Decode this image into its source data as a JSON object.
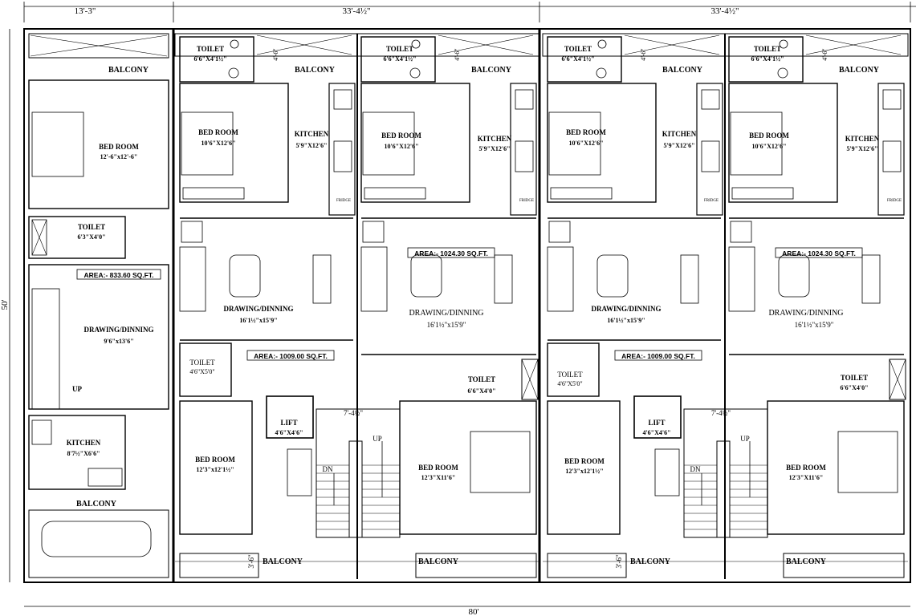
{
  "dimensions": {
    "left_width": "13'-3\"",
    "mid_width": "33'-4½\"",
    "right_width": "33'-4½\"",
    "depth": "50'",
    "total_width": "80'",
    "balcony_depth": "3'-6\"",
    "stair_width": "7'-4½\"",
    "small_gap_1": "4'-6\"",
    "small_gap_2": "2'"
  },
  "house1": {
    "balcony_top": "BALCONY",
    "bedroom": "BED ROOM",
    "bedroom_size": "12'-6\"x12'-6\"",
    "toilet": "TOILET",
    "toilet_size": "6'3\"X4'0\"",
    "area": "AREA:- 833.60 SQ.FT.",
    "drawing": "DRAWING/DINNING",
    "drawing_size": "9'6\"x13'6\"",
    "up": "UP",
    "kitchen": "KITCHEN",
    "kitchen_size": "8'7½\"X6'6\"",
    "balcony_bottom": "BALCONY"
  },
  "unit": {
    "toilet_top": "TOILET",
    "toilet_top_size": "6'6\"X4'1½\"",
    "balcony_top": "BALCONY",
    "bedroom_top": "BED ROOM",
    "bedroom_top_size": "10'6\"X12'6\"",
    "kitchen": "KITCHEN",
    "kitchen_size": "5'9\"X12'6\"",
    "fridge": "FRIDGE",
    "drawing": "DRAWING/DINNING",
    "drawing_size": "16'1½\"x15'9\"",
    "area_upper": "AREA:- 1024.30 SQ.FT.",
    "area_lower": "AREA:- 1009.00 SQ.FT.",
    "toilet_small": "TOILET",
    "toilet_small_size": "4'6\"X5'0\"",
    "toilet_right": "TOILET",
    "toilet_right_size": "6'6\"X4'0\"",
    "lift": "LIFT",
    "lift_size": "4'6\"X4'6\"",
    "bedroom_left": "BED ROOM",
    "bedroom_left_size": "12'3\"x12'1½\"",
    "bedroom_right": "BED ROOM",
    "bedroom_right_size": "12'3\"X11'6\"",
    "up": "UP",
    "dn": "DN",
    "balcony_left": "BALCONY",
    "balcony_right": "BALCONY"
  }
}
